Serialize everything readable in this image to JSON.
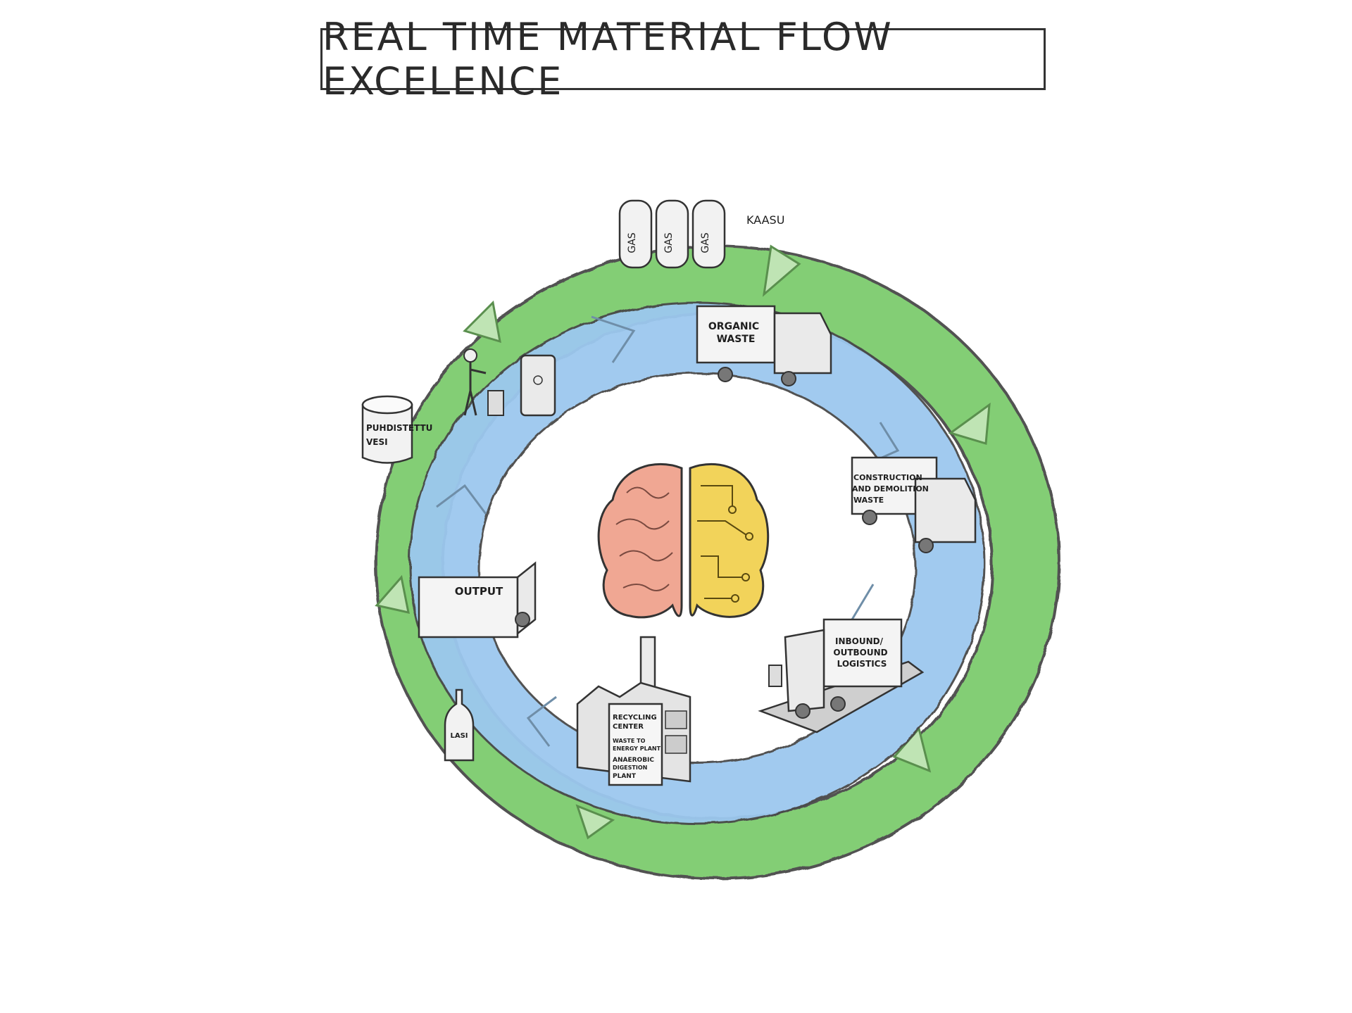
{
  "title": "REAL TIME MATERIAL FLOW EXCELENCE",
  "labels": {
    "gas_can": "GAS",
    "kaasu": "KAASU",
    "organic_waste_1": "ORGANIC",
    "organic_waste_2": "WASTE",
    "construction_1": "CONSTRUCTION",
    "construction_2": "AND DEMOLITION",
    "construction_3": "WASTE",
    "inbound_1": "INBOUND/",
    "inbound_2": "OUTBOUND",
    "inbound_3": "LOGISTICS",
    "recycling_1": "RECYCLING",
    "recycling_2": "CENTER",
    "recycling_3": "WASTE TO",
    "recycling_4": "ENERGY PLANT",
    "recycling_5": "ANAEROBIC",
    "recycling_6": "DIGESTION",
    "recycling_7": "PLANT",
    "output": "OUTPUT",
    "water_1": "PUHDISTETTU",
    "water_2": "VESI",
    "glass": "LASI"
  },
  "colors": {
    "outer_ring": "#7dcc6e",
    "inner_ring": "#9cc8ef",
    "brain_left": "#f0a793",
    "brain_right": "#f2d35a",
    "outline": "#333333"
  }
}
